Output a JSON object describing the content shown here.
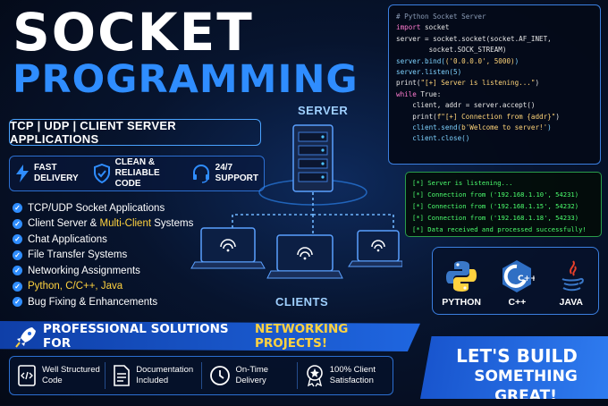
{
  "hero": {
    "title_line1": "SOCKET",
    "title_line2": "PROGRAMMING",
    "tagline": "TCP | UDP | CLIENT SERVER APPLICATIONS"
  },
  "features": [
    {
      "icon": "lightning-icon",
      "line1": "FAST",
      "line2": "DELIVERY"
    },
    {
      "icon": "shield-check-icon",
      "line1": "CLEAN &",
      "line2": "RELIABLE CODE"
    },
    {
      "icon": "headset-icon",
      "line1": "24/7",
      "line2": "SUPPORT"
    }
  ],
  "services": [
    {
      "pre": "TCP/UDP Socket Applications",
      "hl": "",
      "post": ""
    },
    {
      "pre": "Client Server & ",
      "hl": "Multi-Client",
      "post": " Systems"
    },
    {
      "pre": "Chat Applications",
      "hl": "",
      "post": ""
    },
    {
      "pre": "File Transfer Systems",
      "hl": "",
      "post": ""
    },
    {
      "pre": "Networking Assignments",
      "hl": "",
      "post": ""
    },
    {
      "pre": "",
      "hl": "Python, C/C++, Java",
      "post": ""
    },
    {
      "pre": "Bug Fixing & Enhancements",
      "hl": "",
      "post": ""
    }
  ],
  "diagram": {
    "server_label": "SERVER",
    "clients_label": "CLIENTS"
  },
  "code": {
    "l1": "# Python Socket Server",
    "l2a": "import",
    "l2b": " socket",
    "l3": "server = socket.socket(socket.AF_INET,",
    "l4": "        socket.SOCK_STREAM)",
    "l5a": "server.bind(",
    "l5b": "('0.0.0.0', 5000)",
    "l5c": ")",
    "l6": "server.listen(5)",
    "l7a": "print(",
    "l7b": "\"[+] Server is listening...\"",
    "l7c": ")",
    "l8a": "while",
    "l8b": " True:",
    "l9": "    client, addr = server.accept()",
    "l10a": "    print(",
    "l10b": "f\"[+] Connection from {addr}\"",
    "l10c": ")",
    "l11a": "    client.send(",
    "l11b": "b'Welcome to server!'",
    "l11c": ")",
    "l12": "    client.close()"
  },
  "terminal": [
    "[*] Server is listening...",
    "[*] Connection from ('192.168.1.10', 54231)",
    "[*] Connection from ('192.168.1.15', 54232)",
    "[*] Connection from ('192.168.1.18', 54233)",
    "[*] Data received and processed successfully!"
  ],
  "languages": [
    {
      "icon": "python-logo-icon",
      "label": "PYTHON"
    },
    {
      "icon": "cpp-logo-icon",
      "label": "C++"
    },
    {
      "icon": "java-logo-icon",
      "label": "JAVA"
    }
  ],
  "banner": {
    "pre": "PROFESSIONAL SOLUTIONS FOR ",
    "hl": "NETWORKING PROJECTS!"
  },
  "bottom_items": [
    {
      "icon": "code-file-icon",
      "line1": "Well Structured",
      "line2": "Code"
    },
    {
      "icon": "document-icon",
      "line1": "Documentation",
      "line2": "Included"
    },
    {
      "icon": "clock-icon",
      "line1": "On-Time",
      "line2": "Delivery"
    },
    {
      "icon": "award-badge-icon",
      "line1": "100% Client",
      "line2": "Satisfaction"
    }
  ],
  "cta": {
    "line1": "LET'S BUILD",
    "line2": "SOMETHING GREAT!"
  },
  "colors": {
    "accent_blue": "#2f8dff",
    "highlight_yellow": "#ffd23f",
    "terminal_green": "#4cff6e",
    "background": "#050b1c"
  }
}
